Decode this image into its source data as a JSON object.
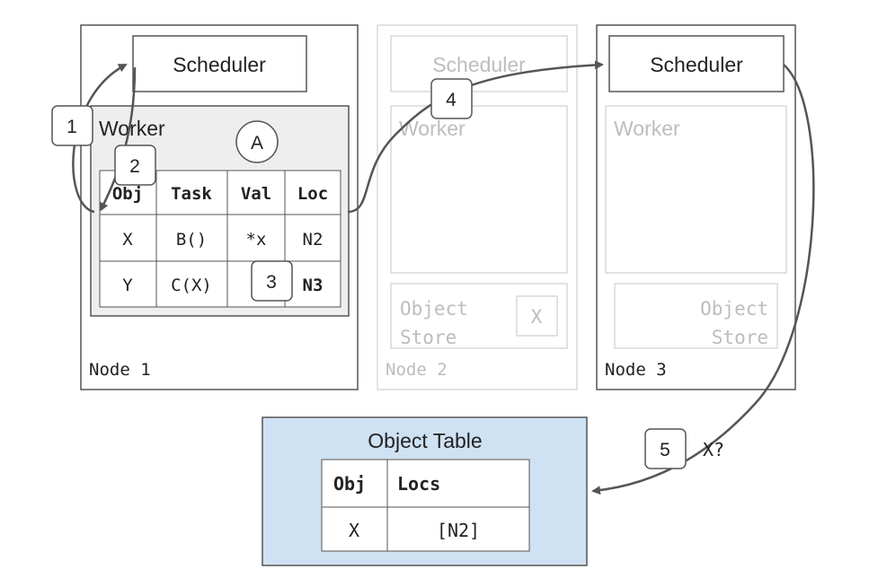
{
  "colors": {
    "active": "#555555",
    "faded": "#d9d9d9",
    "faded_text": "#bdbdbd",
    "worker_fill": "#eeeeee",
    "object_table_fill": "#cfe2f3",
    "arrow": "#555555"
  },
  "nodes": [
    {
      "label": "Node 1",
      "scheduler": "Scheduler",
      "worker": "Worker",
      "state": "active"
    },
    {
      "label": "Node 2",
      "scheduler": "Scheduler",
      "worker": "Worker",
      "state": "faded",
      "object_store": [
        "Object",
        "Store"
      ],
      "store_item": "X"
    },
    {
      "label": "Node 3",
      "scheduler": "Scheduler",
      "worker": "Worker",
      "state": "active-faded-worker",
      "object_store": [
        "Object",
        "Store"
      ]
    }
  ],
  "circle_label": "A",
  "task_table": {
    "headers": [
      "Obj",
      "Task",
      "Val",
      "Loc"
    ],
    "rows": [
      [
        "X",
        "B()",
        "*x",
        "N2"
      ],
      [
        "Y",
        "C(X)",
        "",
        "N3"
      ]
    ]
  },
  "object_table": {
    "title": "Object Table",
    "headers": [
      "Obj",
      "Locs"
    ],
    "rows": [
      [
        "X",
        "[N2]"
      ]
    ]
  },
  "steps": [
    "1",
    "2",
    "3",
    "4",
    "5"
  ],
  "query_label": "X?"
}
